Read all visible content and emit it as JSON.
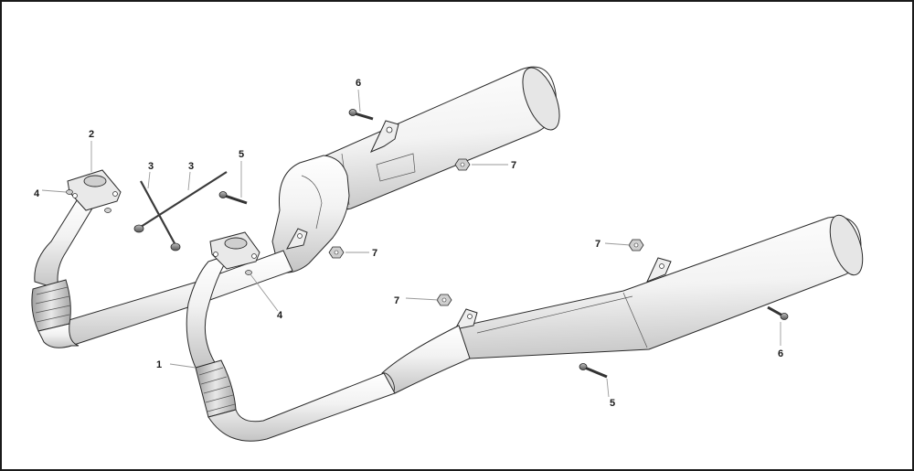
{
  "diagram": {
    "callouts": [
      {
        "id": "c1",
        "label": "1"
      },
      {
        "id": "c2",
        "label": "2"
      },
      {
        "id": "c3a",
        "label": "3"
      },
      {
        "id": "c3b",
        "label": "3"
      },
      {
        "id": "c4a",
        "label": "4"
      },
      {
        "id": "c4b",
        "label": "4"
      },
      {
        "id": "c5a",
        "label": "5"
      },
      {
        "id": "c5b",
        "label": "5"
      },
      {
        "id": "c6a",
        "label": "6"
      },
      {
        "id": "c6b",
        "label": "6"
      },
      {
        "id": "c7a",
        "label": "7"
      },
      {
        "id": "c7b",
        "label": "7"
      },
      {
        "id": "c7c",
        "label": "7"
      },
      {
        "id": "c7d",
        "label": "7"
      }
    ]
  },
  "colors": {
    "border": "#1a1a1a",
    "metal_light": "#f7f7f7",
    "metal_mid": "#dcdcdc",
    "metal_dark": "#b8b8b8",
    "outline": "#2a2a2a"
  }
}
